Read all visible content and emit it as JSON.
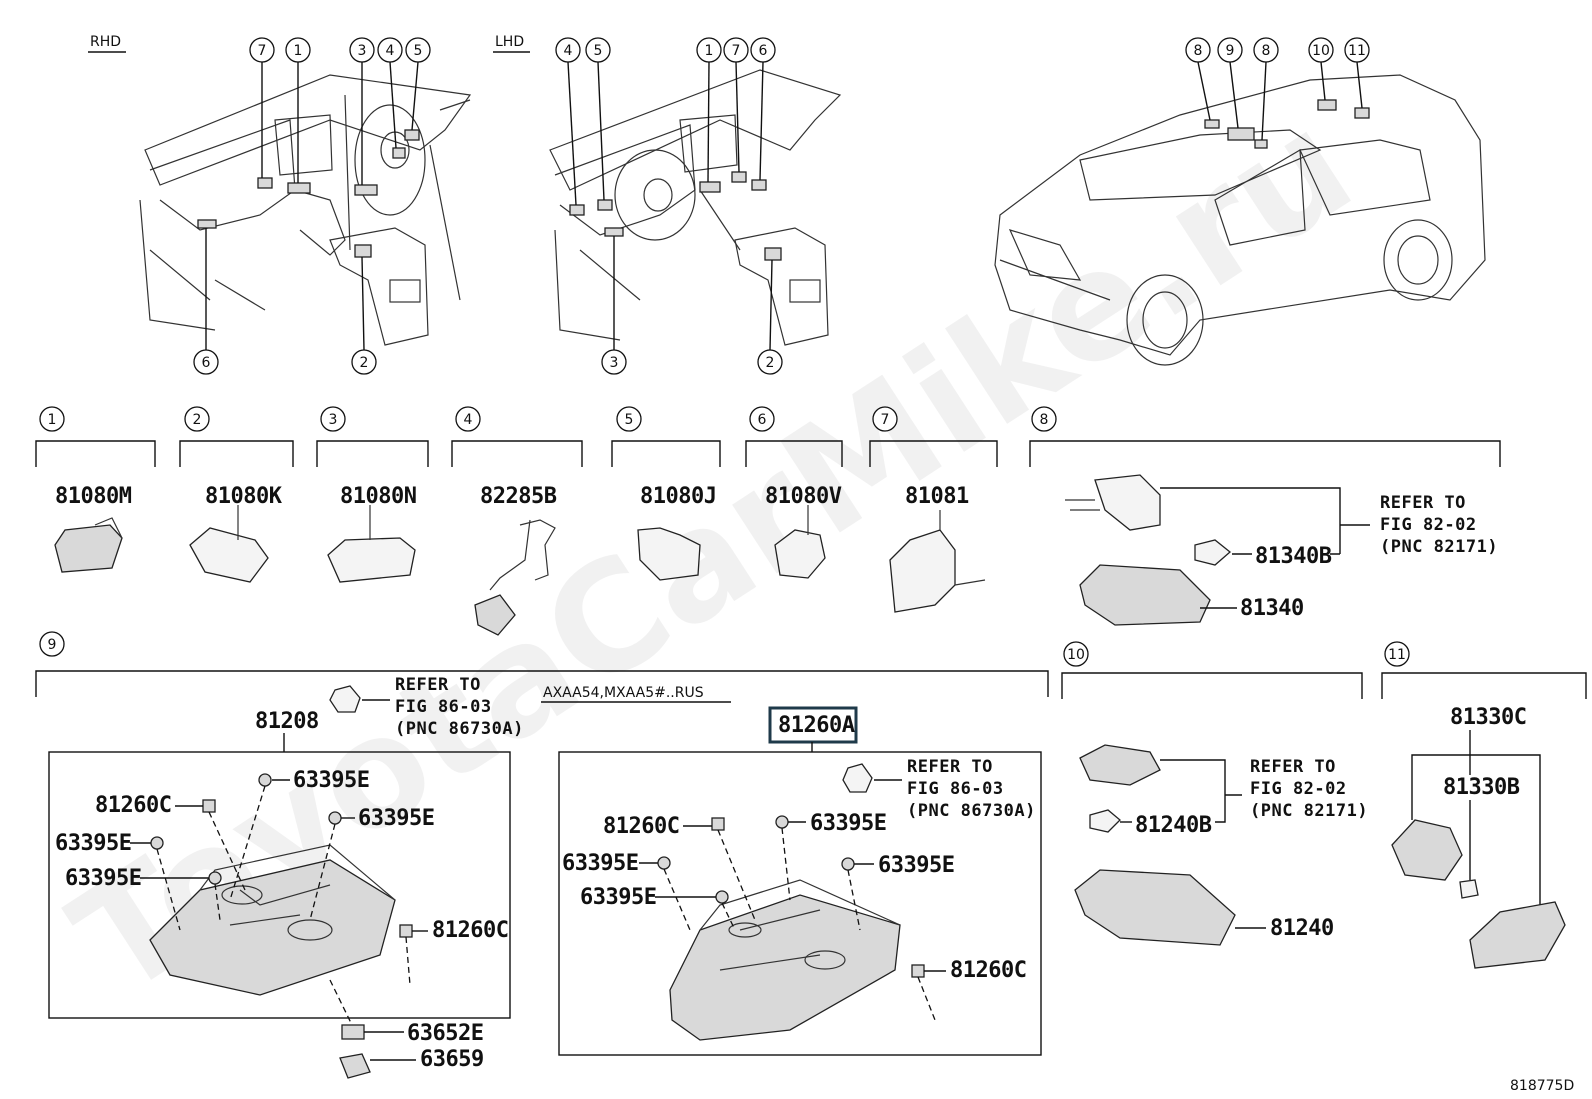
{
  "views": {
    "rhd_label": "RHD",
    "lhd_label": "LHD"
  },
  "callouts": {
    "rhd_top": [
      "7",
      "1",
      "3",
      "4",
      "5"
    ],
    "rhd_bottom": [
      "6",
      "2"
    ],
    "lhd_top": [
      "4",
      "5",
      "1",
      "7",
      "6"
    ],
    "lhd_bottom": [
      "3",
      "2"
    ],
    "car_top": [
      "8",
      "9",
      "8",
      "10",
      "11"
    ]
  },
  "groups": [
    {
      "num": "1",
      "part": "81080M"
    },
    {
      "num": "2",
      "part": "81080K"
    },
    {
      "num": "3",
      "part": "81080N"
    },
    {
      "num": "4",
      "part": "82285B"
    },
    {
      "num": "5",
      "part": "81080J"
    },
    {
      "num": "6",
      "part": "81080V"
    },
    {
      "num": "7",
      "part": "81081"
    },
    {
      "num": "8",
      "parts": [
        "81340B",
        "81340"
      ],
      "refer": [
        "REFER TO",
        "FIG 82-02",
        "(PNC 82171)"
      ]
    },
    {
      "num": "9"
    },
    {
      "num": "10",
      "parts": [
        "81240B",
        "81240"
      ],
      "refer": [
        "REFER TO",
        "FIG 82-02",
        "(PNC 82171)"
      ]
    },
    {
      "num": "11",
      "parts": [
        "81330C",
        "81330B"
      ]
    }
  ],
  "group9": {
    "left_assembly": "81208",
    "left_refer": [
      "REFER TO",
      "FIG 86-03",
      "(PNC 86730A)"
    ],
    "left_parts": [
      "63395E",
      "81260C",
      "63395E",
      "63395E",
      "63395E",
      "81260C",
      "63652E",
      "63659"
    ],
    "model_note": "AXAA54,MXAA5#..RUS",
    "right_assembly": "81260A",
    "right_refer": [
      "REFER TO",
      "FIG 86-03",
      "(PNC 86730A)"
    ],
    "right_parts": [
      "81260C",
      "63395E",
      "63395E",
      "63395E",
      "63395E",
      "81260C"
    ]
  },
  "footer_code": "818775D",
  "watermark": "ToyotaCarMike.ru"
}
